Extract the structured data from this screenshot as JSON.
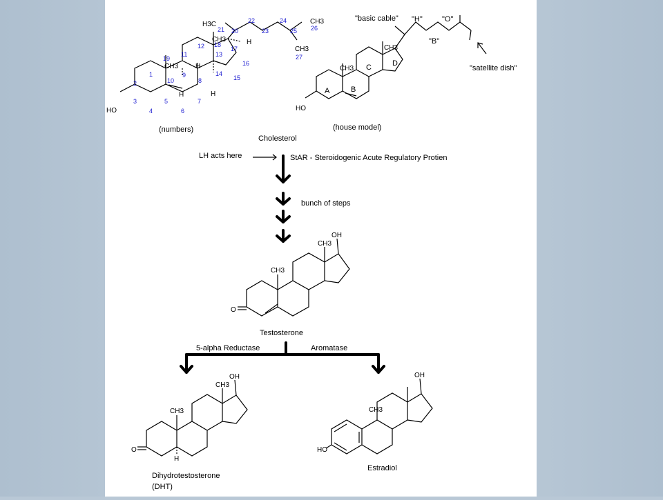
{
  "chol_numbered": {
    "atoms": {
      "ho": "HO",
      "h3c": "H3C",
      "ch3_19": "CH3",
      "ch3_18": "CH3",
      "ch3_26": "CH3",
      "ch3_27": "CH3",
      "h9": "H",
      "h8": "H",
      "h14": "H",
      "h17": "H"
    },
    "nums": [
      "1",
      "2",
      "3",
      "4",
      "5",
      "6",
      "7",
      "8",
      "9",
      "10",
      "11",
      "12",
      "13",
      "14",
      "15",
      "16",
      "17",
      "18",
      "19",
      "20",
      "21",
      "22",
      "23",
      "24",
      "25",
      "26",
      "27"
    ],
    "caption": "(numbers)"
  },
  "chol_house": {
    "rings": {
      "a": "A",
      "b": "B",
      "c": "C",
      "d": "D"
    },
    "atoms": {
      "ho": "HO",
      "ch3_a": "CH3",
      "ch3_b": "CH3"
    },
    "annotations": {
      "cable": "\"basic cable\"",
      "h": "\"H\"",
      "o": "\"O\"",
      "b": "\"B\"",
      "dish": "\"satellite dish\""
    },
    "caption": "(house model)"
  },
  "pathway": {
    "cholesterol": "Cholesterol",
    "lh": "LH acts here",
    "star": "StAR - Steroidogenic Acute Regulatory Protien",
    "bunch": "bunch of steps",
    "testosterone": "Testosterone",
    "reductase": "5-alpha Reductase",
    "aromatase": "Aromatase"
  },
  "testosterone_mol": {
    "oh": "OH",
    "ch3a": "CH3",
    "ch3b": "CH3",
    "o": "O"
  },
  "dht_mol": {
    "oh": "OH",
    "ch3a": "CH3",
    "ch3b": "CH3",
    "o": "O",
    "h": "H",
    "name1": "Dihydrotestosterone",
    "name2": "(DHT)"
  },
  "estradiol_mol": {
    "oh": "OH",
    "ch3": "CH3",
    "ho": "HO",
    "name": "Estradiol"
  }
}
